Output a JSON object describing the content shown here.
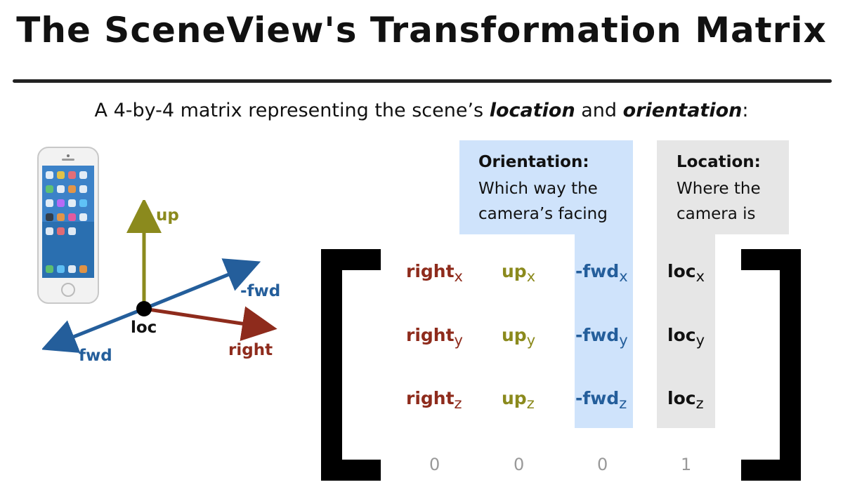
{
  "title": "The SceneView's Transformation Matrix",
  "subtitle": {
    "prefix": "A 4-by-4 matrix representing the scene’s ",
    "location": "location",
    "mid": " and ",
    "orientation": "orientation",
    "suffix": ":"
  },
  "orientation_header": {
    "title": "Orientation:",
    "line1": "Which way the",
    "line2": "camera’s facing"
  },
  "location_header": {
    "title": "Location:",
    "line1": "Where the",
    "line2": "camera is"
  },
  "matrix": {
    "right": {
      "base": "right",
      "x": "x",
      "y": "y",
      "z": "z"
    },
    "up": {
      "base": "up",
      "x": "x",
      "y": "y",
      "z": "z"
    },
    "fwd": {
      "base": "-fwd",
      "x": "x",
      "y": "y",
      "z": "z"
    },
    "loc": {
      "base": "loc",
      "x": "x",
      "y": "y",
      "z": "z"
    },
    "bottom_row": [
      "0",
      "0",
      "0",
      "1"
    ]
  },
  "axes_diagram": {
    "up": "up",
    "neg_fwd": "-fwd",
    "loc": "loc",
    "fwd": "fwd",
    "right": "right"
  },
  "colors": {
    "right": "#8e2b1c",
    "up": "#8b8a1d",
    "fwd": "#245e9b",
    "orientation_highlight": "#cfe3fb",
    "location_highlight": "#e6e6e6"
  }
}
